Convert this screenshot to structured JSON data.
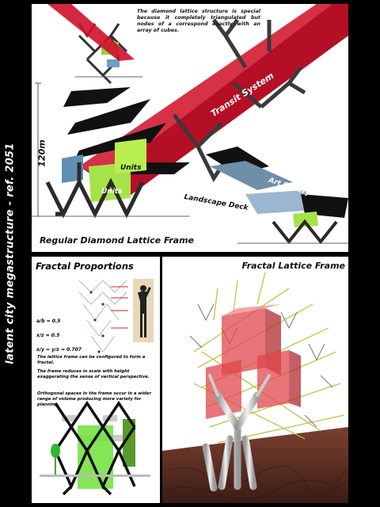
{
  "side_title": "latent city megastructure - ref. 2051",
  "top_panel": {
    "note": "The diamond lattice structure is special because it completely triangulated but nodes of a correspond exactly with an array of cubes.",
    "transit_label": "Transit System",
    "height_label": "120m",
    "units_label_1": "Units",
    "units_label_2": "Units",
    "art_gallery_label": "Art Gallery",
    "landscape_label": "Landscape Deck",
    "caption": "Regular Diamond Lattice Frame"
  },
  "fractal_panel": {
    "title": "Fractal Proportions",
    "eq1": "a/b = 0.5",
    "eq2": "x/z = 0.5",
    "eq3": "x/y = y/z = 0.707",
    "para1": "The lattice frame can be configured to form a fractal.",
    "para2": "The frame reduces in scale with height exaggerating the sense of vertical perspective.",
    "para3": "Orthogonal spaces in the frame occur in a wider range of volume producing more variety for planning."
  },
  "lattice_panel": {
    "title": "Fractal Lattice Frame"
  },
  "colors": {
    "transit_red": "#c8102e",
    "unit_green": "#a6e34a",
    "gallery_blue": "#5f8fb3",
    "cube_red": "#e0474c",
    "ground_brown": "#5a2e21"
  }
}
